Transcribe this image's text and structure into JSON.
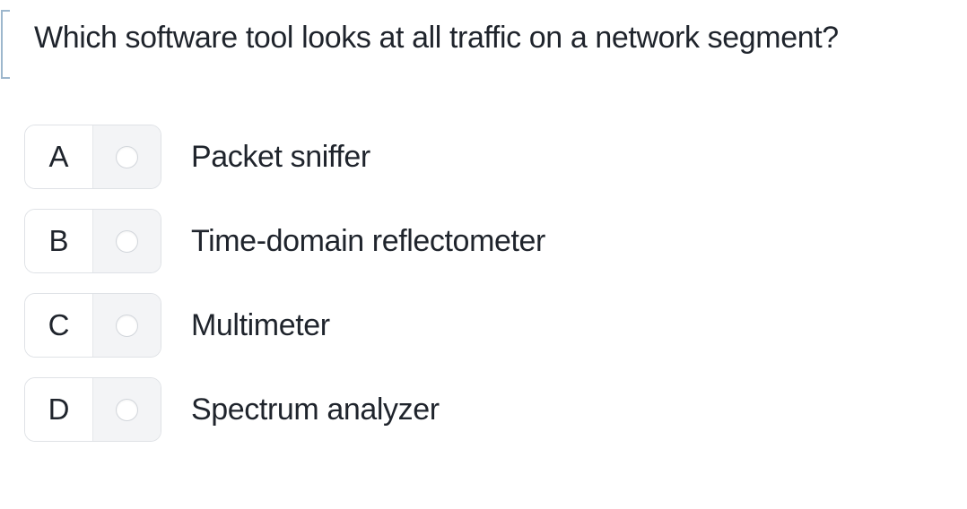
{
  "question": {
    "text": "Which software tool looks at all traffic on a network segment?"
  },
  "options": [
    {
      "letter": "A",
      "label": "Packet sniffer",
      "selected": false
    },
    {
      "letter": "B",
      "label": "Time-domain reflectometer",
      "selected": false
    },
    {
      "letter": "C",
      "label": "Multimeter",
      "selected": false
    },
    {
      "letter": "D",
      "label": "Spectrum analyzer",
      "selected": false
    }
  ],
  "colors": {
    "text": "#1f242c",
    "pill_border": "#dfe2e6",
    "divider": "#e5e7ea",
    "radio_cell_bg": "#f3f4f6",
    "radio_border": "#d2d6db",
    "bracket": "#9db7cd",
    "background": "#ffffff"
  }
}
